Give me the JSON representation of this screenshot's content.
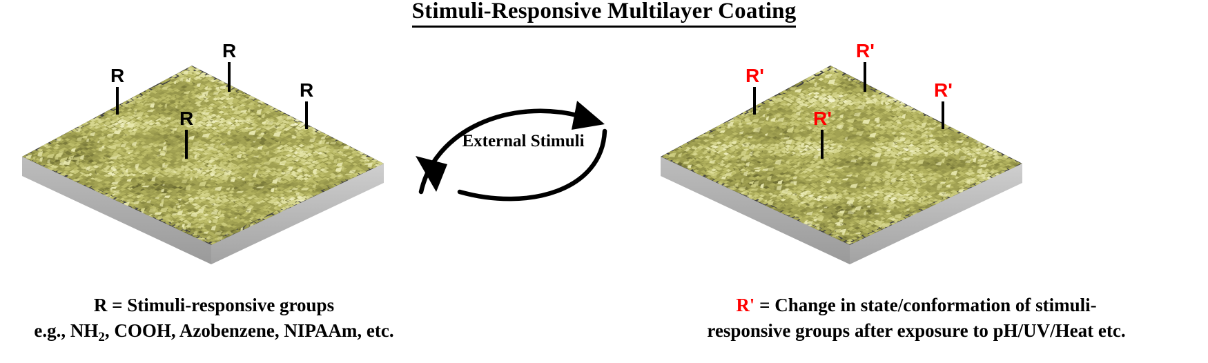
{
  "figure": {
    "title": "Stimuli-Responsive Multilayer Coating",
    "center_label": "External Stimuli"
  },
  "left_panel": {
    "name": "initial-state-coating",
    "markers": [
      {
        "text": "R",
        "color": "#000000"
      },
      {
        "text": "R",
        "color": "#000000"
      },
      {
        "text": "R",
        "color": "#000000"
      },
      {
        "text": "R",
        "color": "#000000"
      }
    ],
    "caption_line1": "R = Stimuli-responsive groups",
    "caption_line2_pre": "e.g., NH",
    "caption_line2_sub": "2",
    "caption_line2_post": ", COOH, Azobenzene, NIPAAm, etc."
  },
  "right_panel": {
    "name": "switched-state-coating",
    "markers": [
      {
        "text": "R'",
        "color": "#FF0000"
      },
      {
        "text": "R'",
        "color": "#FF0000"
      },
      {
        "text": "R'",
        "color": "#FF0000"
      },
      {
        "text": "R'",
        "color": "#FF0000"
      }
    ],
    "caption_symbol": "R'",
    "caption_line1_rest": " = Change in state/conformation of stimuli-",
    "caption_line2": "responsive groups after exposure to pH/UV/Heat etc."
  },
  "colors": {
    "accent_red": "#FF0000",
    "text_black": "#000000",
    "coating_olive": "#A8A855",
    "coating_highlight": "#E8E8B0",
    "substrate_top": "#3E3E3E",
    "substrate_side": "#A9A9A9",
    "background": "#FFFFFF"
  },
  "arrows": {
    "top_arrow_direction": "left-to-right",
    "bottom_arrow_direction": "right-to-left"
  }
}
